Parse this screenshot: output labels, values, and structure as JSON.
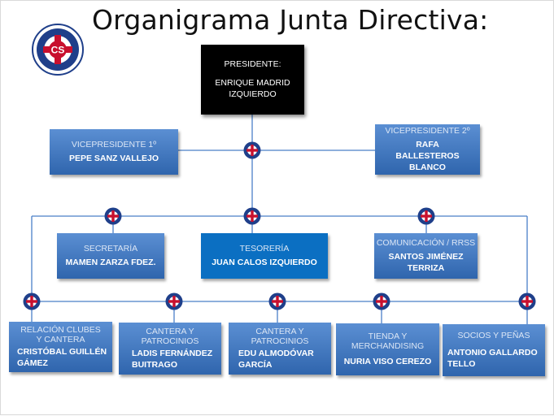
{
  "header": {
    "title": "Organigrama Junta Directiva:"
  },
  "logo": {
    "monogram": "CS",
    "icon": "club-crest-icon",
    "ring_color": "#1f3f8a",
    "cross_color": "#c8102e"
  },
  "colors": {
    "line": "#4a7fc8",
    "box_top": "#5b8fd3",
    "box_bottom": "#2f65ad",
    "president_box": "#000000",
    "treasury_box": "#0b6fc2"
  },
  "nodes": {
    "president": {
      "role": "PRESIDENTE:",
      "name": "ENRIQUE MADRID IZQUIERDO"
    },
    "vp1": {
      "role": "VICEPRESIDENTE 1º",
      "name": "PEPE SANZ VALLEJO"
    },
    "vp2": {
      "role": "VICEPRESIDENTE 2º",
      "name": "RAFA BALLESTEROS BLANCO"
    },
    "secretaria": {
      "role": "SECRETARÍA",
      "name": "MAMEN ZARZA FDEZ."
    },
    "tesoreria": {
      "role": "TESORERÍA",
      "name": "JUAN CALOS IZQUIERDO"
    },
    "comunicacion": {
      "role": "COMUNICACIÓN / RRSS",
      "name": "SANTOS JIMÉNEZ TERRIZA"
    },
    "clubes": {
      "role": "RELACIÓN CLUBES Y CANTERA",
      "name": "CRISTÓBAL GUILLÉN GÁMEZ"
    },
    "cantera1": {
      "role": "CANTERA Y PATROCINIOS",
      "name": "LADIS FERNÁNDEZ BUITRAGO"
    },
    "cantera2": {
      "role": "CANTERA Y PATROCINIOS",
      "name": "EDU ALMODÓVAR GARCÍA"
    },
    "tienda": {
      "role": "TIENDA Y MERCHANDISING",
      "name": "NURIA VISO CEREZO"
    },
    "socios": {
      "role": "SOCIOS Y PEÑAS",
      "name": "ANTONIO GALLARDO TELLO"
    }
  }
}
